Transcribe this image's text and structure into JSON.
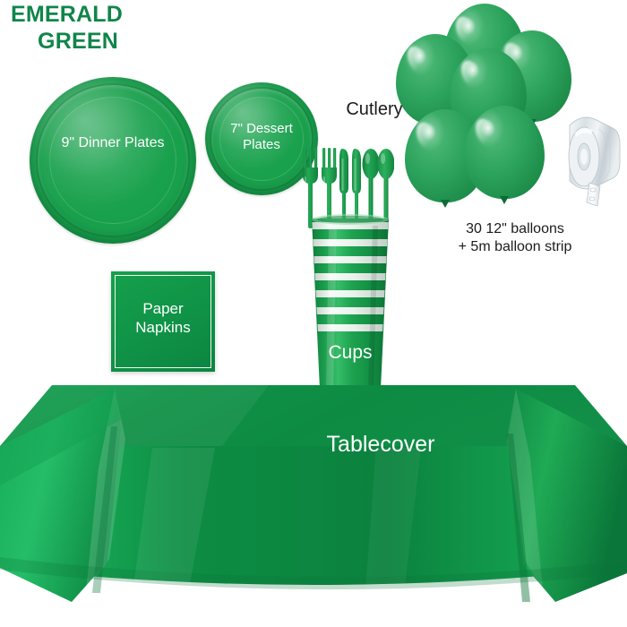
{
  "meta": {
    "kind": "product-infographic",
    "background": "#ffffff"
  },
  "title": {
    "line1": "EMERALD",
    "line2": "GREEN",
    "color": "#10854a"
  },
  "colors": {
    "title_green": "#10854a",
    "plate_green": "#19a04c",
    "tablecover_green": "#129048",
    "balloon_green": "#2da45e",
    "napkin_green": "#109347",
    "cup_green": "#1aa34e",
    "cutlery_green": "#1e9b4c",
    "label_white": "#ffffff",
    "label_dark": "#1b1b1b",
    "strip_white": "#e8ecef"
  },
  "items": [
    {
      "id": "dinner-plates",
      "icon": "round-paper-plate",
      "label": "9\" Dinner Plates",
      "label_color": "#ffffff"
    },
    {
      "id": "dessert-plates",
      "icon": "round-paper-plate",
      "label_line1": "7\" Dessert",
      "label_line2": "Plates",
      "label": "7\" Dessert Plates",
      "label_color": "#ffffff"
    },
    {
      "id": "cutlery",
      "icon": "fork-knife-spoon",
      "label": "Cutlery",
      "label_color": "#1b1b1b",
      "pieces": [
        "fork",
        "fork",
        "knife",
        "knife",
        "spoon",
        "spoon"
      ]
    },
    {
      "id": "cups",
      "icon": "stacked-cups",
      "label": "Cups",
      "label_color": "#ffffff",
      "stack_count": 8
    },
    {
      "id": "paper-napkins",
      "icon": "square-napkin",
      "label_line1": "Paper",
      "label_line2": "Napkins",
      "label": "Paper Napkins",
      "label_color": "#ffffff"
    },
    {
      "id": "balloons",
      "icon": "balloon-cluster",
      "label_line1": "30 12\" balloons",
      "label_line2": "+ 5m balloon strip",
      "label": "30 12\" balloons + 5m balloon strip",
      "label_color": "#1b1b1b",
      "balloon_count_shown": 6,
      "balloon_quantity": 30,
      "balloon_size": "12\"",
      "strip_length": "5m"
    },
    {
      "id": "balloon-strip",
      "icon": "balloon-strip-roll",
      "label": ""
    },
    {
      "id": "tablecover",
      "icon": "draped-tablecover",
      "label": "Tablecover",
      "label_color": "#ffffff"
    }
  ]
}
